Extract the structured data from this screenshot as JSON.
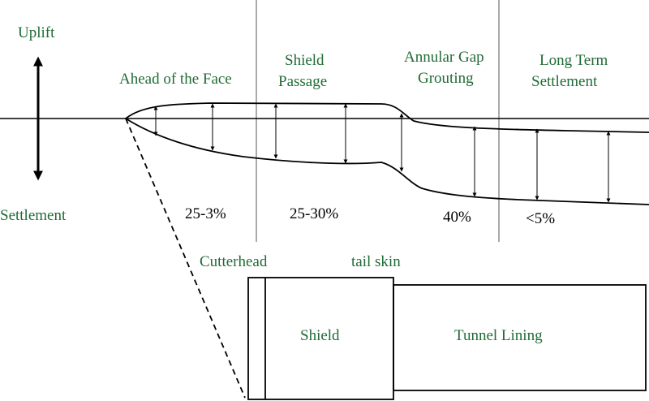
{
  "colors": {
    "label_green": "#1f6b35",
    "line": "#000000",
    "background": "#ffffff"
  },
  "axis": {
    "uplift": "Uplift",
    "settlement": "Settlement"
  },
  "stages": [
    {
      "name": "Ahead of the Face",
      "percent": "25-3%"
    },
    {
      "name_line1": "Shield",
      "name_line2": "Passage",
      "percent": "25-30%"
    },
    {
      "name_line1": "Annular Gap",
      "name_line2": "Grouting",
      "percent": "40%"
    },
    {
      "name_line1": "Long Term",
      "name_line2": "Settlement",
      "percent": "<5%"
    }
  ],
  "tbm": {
    "cutterhead": "Cutterhead",
    "tail_skin": "tail skin",
    "shield": "Shield",
    "lining": "Tunnel Lining"
  }
}
